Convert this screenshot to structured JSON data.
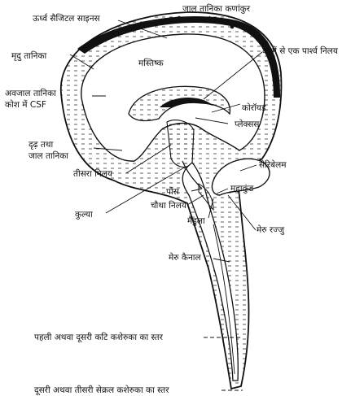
{
  "labels": {
    "superior_sagittal_sinus": "ऊर्ध्व सैजिटल साइनस",
    "arachnoid_villi": "जाल तानिका कणांकुर",
    "pia_mater": "मृदु तानिका",
    "lateral_ventricles": "दो में से एक पार्श्व निलय",
    "cerebrum": "मस्तिष्क",
    "subarachnoid_csf_line1": "अवजाल तानिका",
    "subarachnoid_csf_line2": "कोश में CSF",
    "choroid": "कोरॉयड",
    "plexus": "प्लेक्सस",
    "dura_line1": "दृढ़ तथा",
    "dura_line2": "जाल तानिका",
    "cerebellum": "सेरिबेलम",
    "third_ventricle": "तीसरा निलय",
    "pons": "पोंस",
    "cisterna_magna": "महाकुंड",
    "fourth_ventricle": "चौथा निलय",
    "aqueduct": "कुल्या",
    "medulla": "मैडुला",
    "spinal_cord": "मेरु रज्जु",
    "central_canal": "मेरु कैनाल",
    "lumbar_level": "पहली अथवा दूसरी कटि कशेरुका का स्तर",
    "sacral_level": "दूसरी अथवा तीसरी सेक्रल कशेरुका का स्तर"
  },
  "colors": {
    "ink": "#111111",
    "fill": "#ffffff",
    "sinus": "#111111"
  }
}
